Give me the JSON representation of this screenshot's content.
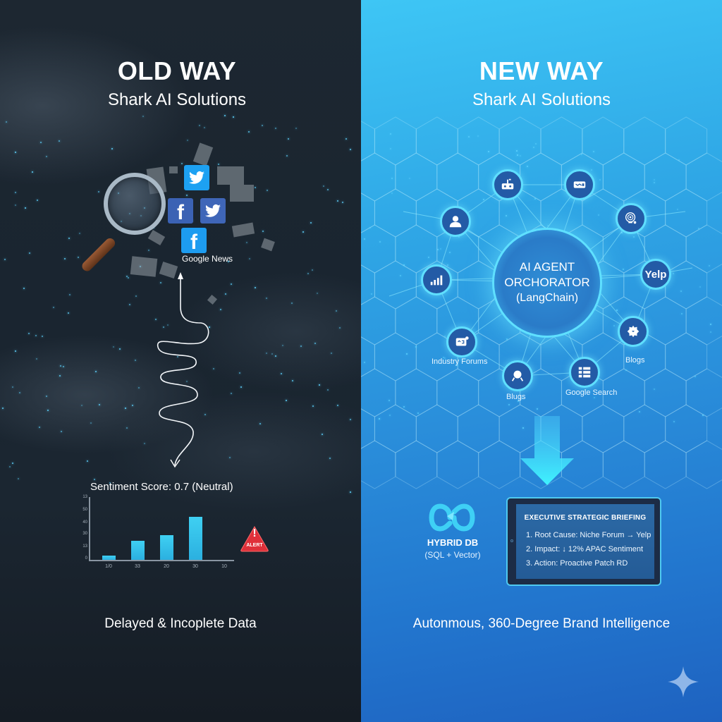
{
  "left_panel": {
    "title": "OLD WAY",
    "subtitle": "Shark AI Solutions",
    "sources": {
      "icons": [
        "twitter-icon",
        "facebook-icon",
        "twitter-icon",
        "facebook-icon"
      ],
      "label": "Google News"
    },
    "chart_title": "Sentiment Score: 0.7 (Neutral)",
    "alert_label": "ALERT",
    "alert_mark": "!",
    "caption": "Delayed & Incoplete Data"
  },
  "right_panel": {
    "title": "NEW WAY",
    "subtitle": "Shark AI Solutions",
    "orchestrator": {
      "line1": "AI AGENT",
      "line2": "ORCHORATOR",
      "line3": "(LangChain)"
    },
    "nodes": [
      {
        "icon": "robot-icon",
        "label": ""
      },
      {
        "icon": "ticket-icon",
        "label": ""
      },
      {
        "icon": "user-icon",
        "label": ""
      },
      {
        "icon": "radar-icon",
        "label": ""
      },
      {
        "icon": "bar-chart-icon",
        "label": ""
      },
      {
        "icon": "yelp-icon",
        "text": "Yelp",
        "label": ""
      },
      {
        "icon": "forum-icon",
        "label": "Industry Forums"
      },
      {
        "icon": "blog-icon",
        "label": "Blogs"
      },
      {
        "icon": "search-person-icon",
        "label": "Blugs"
      },
      {
        "icon": "list-icon",
        "label": "Google Search"
      }
    ],
    "hybrid_db": {
      "title": "HYBRID DB",
      "subtitle": "(SQL + Vector)"
    },
    "briefing": {
      "title": "EXECUTIVE STRATEGIC BRIEFING",
      "items": [
        "1. Root Cause: Niche Forum → Yelp",
        "2. Impact: ↓ 12% APAC Sentiment",
        "3. Action: Proactive Patch RD"
      ]
    },
    "caption": "Autonmous, 360-Degree Brand Intelligence"
  },
  "colors": {
    "left_bg": "#1b2631",
    "right_bg_top": "#3ec6f5",
    "right_bg_bottom": "#1e62c0",
    "accent_cyan": "#5fdfff",
    "bar_color": "#2bb0e0",
    "alert_red": "#e0303a",
    "node_fill": "#235ba6"
  },
  "chart_data": {
    "type": "bar",
    "title": "Sentiment Score: 0.7 (Neutral)",
    "categories": [
      "1/0",
      "33",
      "20",
      "30",
      "10"
    ],
    "values": [
      4,
      17,
      22,
      38,
      0
    ],
    "y_ticks": [
      "0",
      "13",
      "30",
      "40",
      "50",
      "13"
    ],
    "xlabel": "",
    "ylabel": "",
    "ylim": [
      0,
      55
    ],
    "grid": false,
    "legend": null
  }
}
